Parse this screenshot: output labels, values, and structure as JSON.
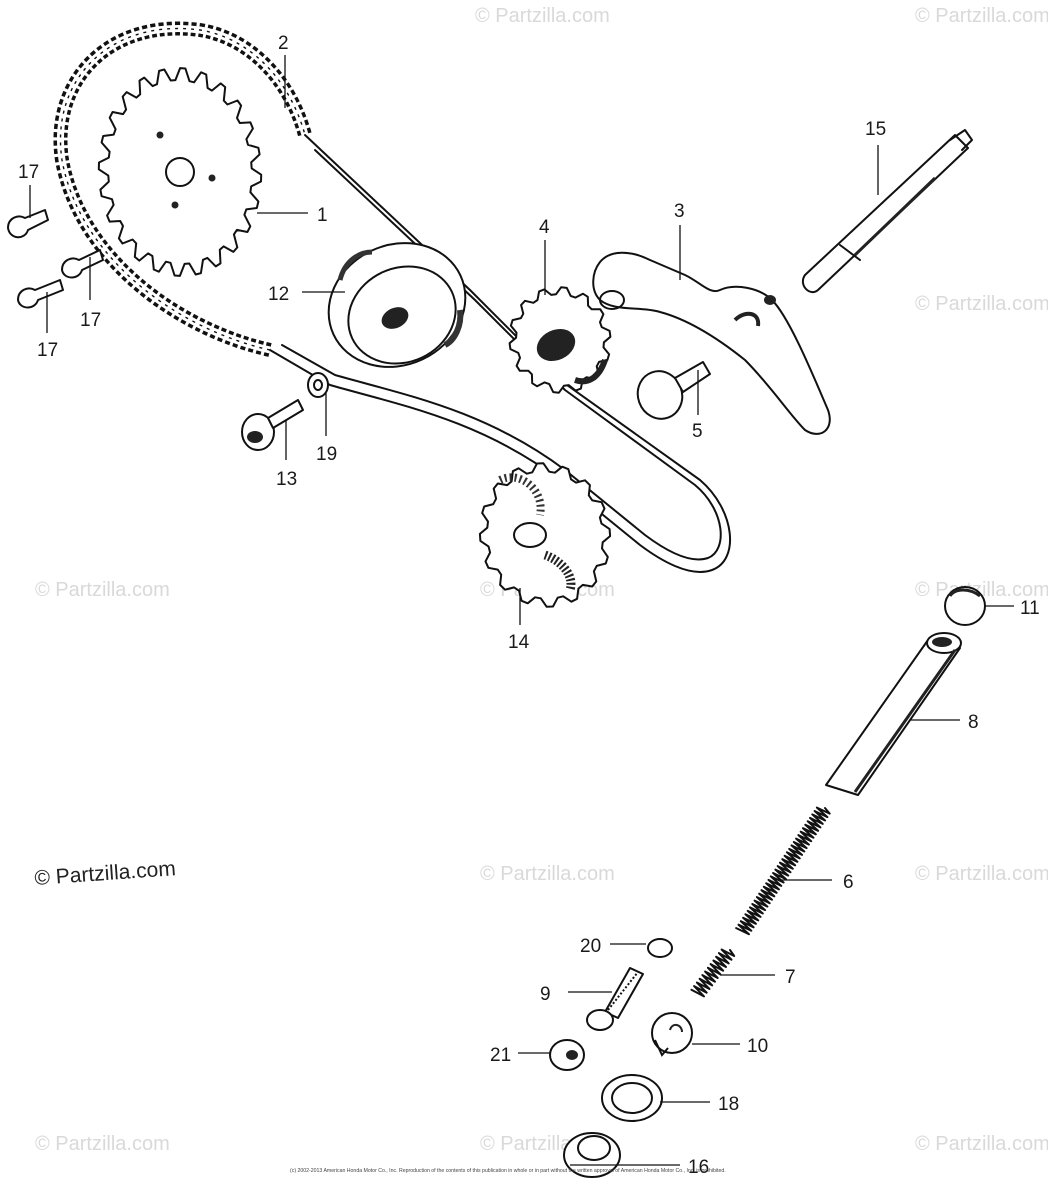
{
  "watermark_text": "© Partzilla.com",
  "copyright_text": "© Partzilla.com",
  "fine_print": "(c) 2002-2013 American Honda Motor Co., Inc. Reproduction of the contents of this publication in whole or in part without the written approval of American Honda Motor Co., Inc. is prohibited.",
  "parts": [
    {
      "id": "p1",
      "label": "1"
    },
    {
      "id": "p2",
      "label": "2"
    },
    {
      "id": "p3",
      "label": "3"
    },
    {
      "id": "p4",
      "label": "4"
    },
    {
      "id": "p5",
      "label": "5"
    },
    {
      "id": "p6",
      "label": "6"
    },
    {
      "id": "p7",
      "label": "7"
    },
    {
      "id": "p8",
      "label": "8"
    },
    {
      "id": "p9",
      "label": "9"
    },
    {
      "id": "p10",
      "label": "10"
    },
    {
      "id": "p11",
      "label": "11"
    },
    {
      "id": "p12",
      "label": "12"
    },
    {
      "id": "p13",
      "label": "13"
    },
    {
      "id": "p14",
      "label": "14"
    },
    {
      "id": "p15",
      "label": "15"
    },
    {
      "id": "p16",
      "label": "16"
    },
    {
      "id": "p17a",
      "label": "17"
    },
    {
      "id": "p17b",
      "label": "17"
    },
    {
      "id": "p17c",
      "label": "17"
    },
    {
      "id": "p18",
      "label": "18"
    },
    {
      "id": "p19",
      "label": "19"
    },
    {
      "id": "p20",
      "label": "20"
    },
    {
      "id": "p21",
      "label": "21"
    }
  ]
}
